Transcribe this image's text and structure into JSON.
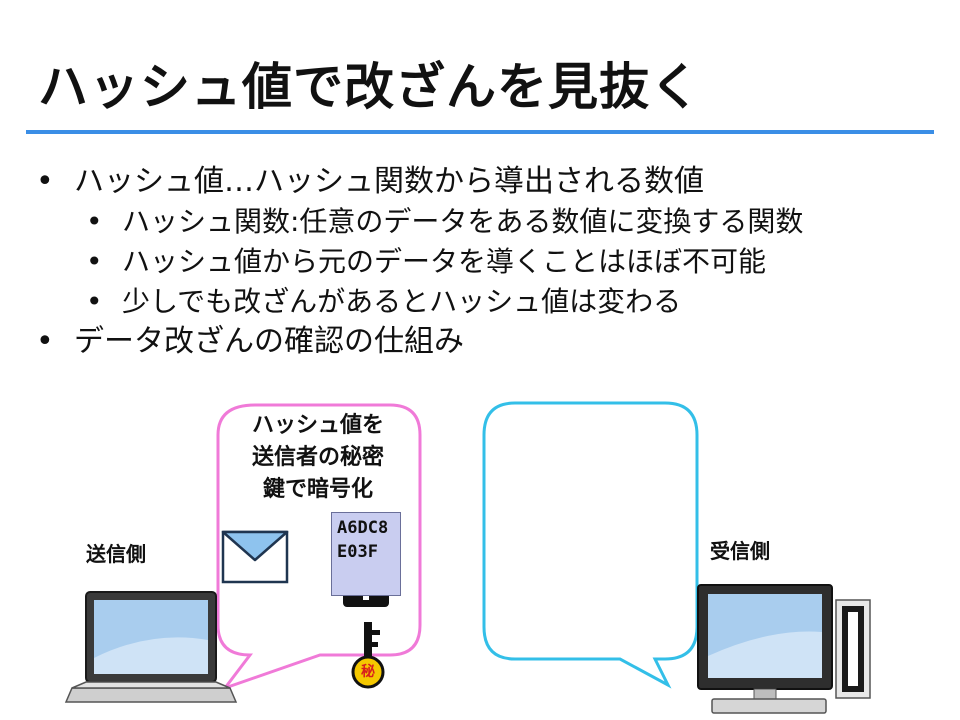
{
  "title": "ハッシュ値で改ざんを見抜く",
  "bullets": {
    "b1": "ハッシュ値…ハッシュ関数から導出される数値",
    "b1_1": "ハッシュ関数:任意のデータをある数値に変換する関数",
    "b1_2": "ハッシュ値から元のデータを導くことはほぼ不可能",
    "b1_3": "少しでも改ざんがあるとハッシュ値は変わる",
    "b2": "データ改ざんの確認の仕組み"
  },
  "diagram": {
    "sender_label": "送信側",
    "receiver_label": "受信側",
    "sender_bubble": {
      "line1": "ハッシュ値を",
      "line2": "送信者の秘密",
      "line3": "鍵で暗号化"
    },
    "hash_value": "A6DC8\nE03F",
    "key_tag": "秘",
    "colors": {
      "accent_rule": "#3a8ee6",
      "sender_bubble_border": "#f07ad8",
      "receiver_bubble_border": "#33bfe8",
      "hash_card": "#c9cdf0",
      "key": "#f5c800"
    }
  }
}
